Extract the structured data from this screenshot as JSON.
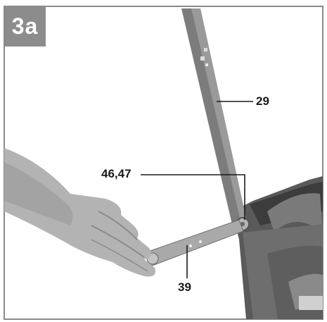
{
  "step_label": "3a",
  "callouts": {
    "handle": "29",
    "bolt": "46,47",
    "strut": "39"
  },
  "colors": {
    "badge": "#8c8c8c",
    "frame": "#8a8a8a",
    "background": "#ffffff"
  }
}
